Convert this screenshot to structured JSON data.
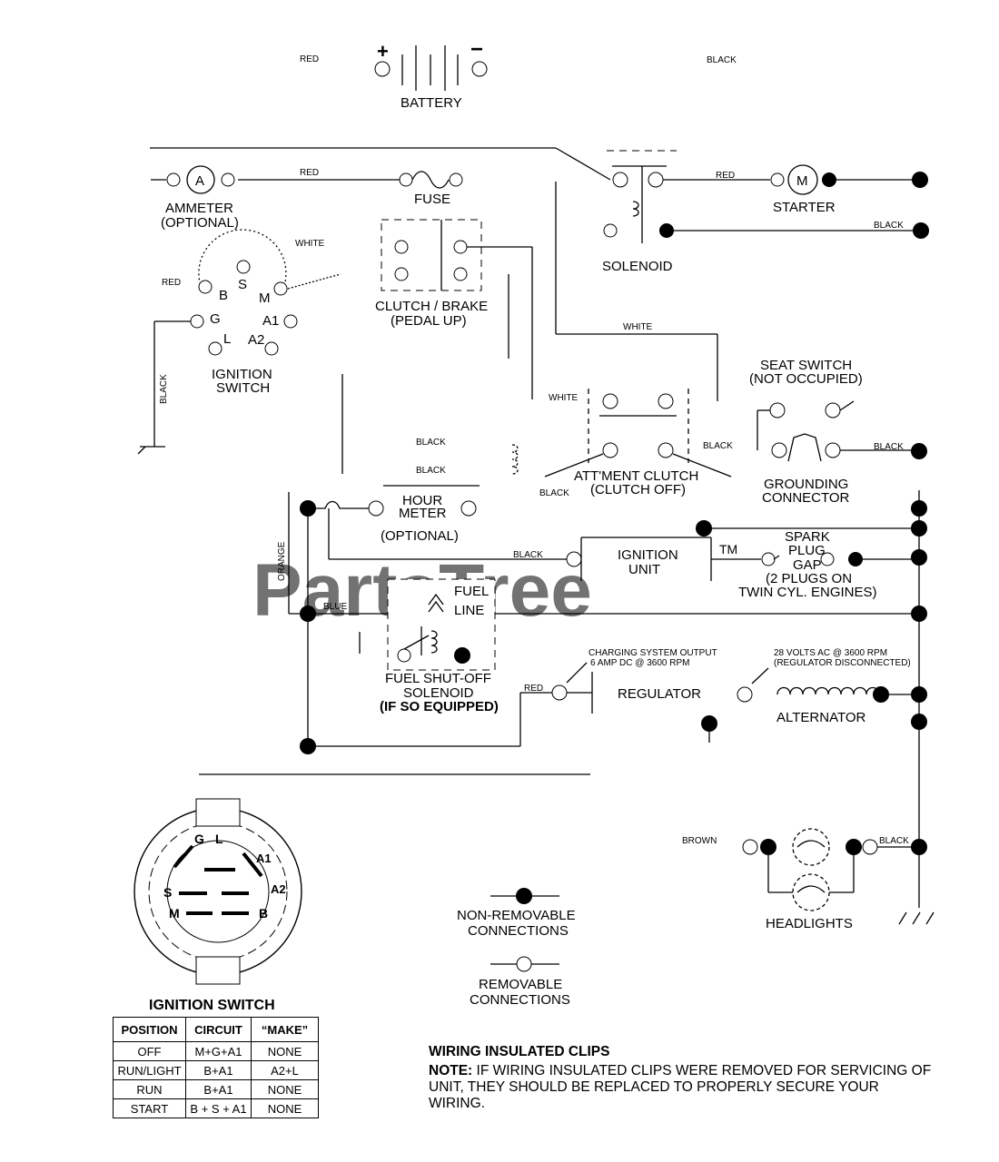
{
  "watermark": {
    "text": "PartsTree",
    "tm": "TM"
  },
  "battery": {
    "label": "BATTERY",
    "plus": "+",
    "minus": "−",
    "wire_left": "RED",
    "wire_right": "BLACK"
  },
  "ammeter": {
    "symbol": "A",
    "label_1": "AMMETER",
    "label_2": "(OPTIONAL)",
    "wire": "RED"
  },
  "fuse": {
    "label": "FUSE"
  },
  "solenoid": {
    "label": "SOLENOID",
    "wire_black": "BLACK"
  },
  "starter": {
    "symbol": "M",
    "label": "STARTER",
    "wire": "RED"
  },
  "ignition_switch": {
    "label_1": "IGNITION",
    "label_2": "SWITCH",
    "terminals": [
      "B",
      "S",
      "M",
      "G",
      "A1",
      "L",
      "A2"
    ],
    "wire_red": "RED",
    "wire_white": "WHITE",
    "wire_black": "BLACK"
  },
  "clutch_brake": {
    "label_1": "CLUTCH / BRAKE",
    "label_2": "(PEDAL UP)"
  },
  "white_wire_label": "WHITE",
  "attment_clutch": {
    "label_1": "ATT'MENT CLUTCH",
    "label_2": "(CLUTCH OFF)",
    "wire_white": "WHITE",
    "wire_black_right": "BLACK",
    "wire_black_bottom": "BLACK"
  },
  "seat_switch": {
    "label_1": "SEAT SWITCH",
    "label_2": "(NOT OCCUPIED)",
    "wire": "BLACK"
  },
  "grounding_connector": {
    "label_1": "GROUNDING",
    "label_2": "CONNECTOR"
  },
  "black_labels": [
    "BLACK",
    "BLACK"
  ],
  "hour_meter": {
    "label_1": "HOUR",
    "label_2": "METER",
    "label_3": "(OPTIONAL)"
  },
  "ignition_unit": {
    "label_1": "IGNITION",
    "label_2": "UNIT",
    "wire": "BLACK"
  },
  "spark_plug": {
    "label_1": "SPARK",
    "label_2": "PLUG",
    "label_3": "GAP",
    "label_4": "(2 PLUGS ON",
    "label_5": "TWIN CYL. ENGINES)"
  },
  "orange_wire": "ORANGE",
  "blue_wire": "BLUE",
  "fuel_line": {
    "label_1": "FUEL",
    "label_2": "LINE"
  },
  "fuel_solenoid": {
    "label_1": "FUEL SHUT-OFF",
    "label_2": "SOLENOID",
    "label_3": "(IF SO EQUIPPED)"
  },
  "regulator": {
    "label": "REGULATOR",
    "wire": "RED",
    "output_1": "CHARGING SYSTEM OUTPUT",
    "output_2": "6 AMP DC @ 3600 RPM"
  },
  "alternator": {
    "label": "ALTERNATOR",
    "spec_1": "28 VOLTS AC @ 3600 RPM",
    "spec_2": "(REGULATOR DISCONNECTED)"
  },
  "headlights": {
    "label": "HEADLIGHTS",
    "wire_left": "BROWN",
    "wire_right": "BLACK"
  },
  "switch_detail": {
    "title": "IGNITION SWITCH",
    "terminals": [
      "G",
      "L",
      "A1",
      "S",
      "A2",
      "M",
      "B"
    ]
  },
  "legend": {
    "non_removable_1": "NON-REMOVABLE",
    "non_removable_2": "CONNECTIONS",
    "removable_1": "REMOVABLE",
    "removable_2": "CONNECTIONS"
  },
  "table": {
    "headers": [
      "POSITION",
      "CIRCUIT",
      "“MAKE”"
    ],
    "rows": [
      [
        "OFF",
        "M+G+A1",
        "NONE"
      ],
      [
        "RUN/LIGHT",
        "B+A1",
        "A2+L"
      ],
      [
        "RUN",
        "B+A1",
        "NONE"
      ],
      [
        "START",
        "B + S + A1",
        "NONE"
      ]
    ]
  },
  "note": {
    "heading": "WIRING INSULATED CLIPS",
    "prefix": "NOTE:",
    "body": "IF WIRING INSULATED CLIPS WERE REMOVED FOR SERVICING OF UNIT, THEY SHOULD BE REPLACED TO PROPERLY SECURE YOUR WIRING."
  }
}
